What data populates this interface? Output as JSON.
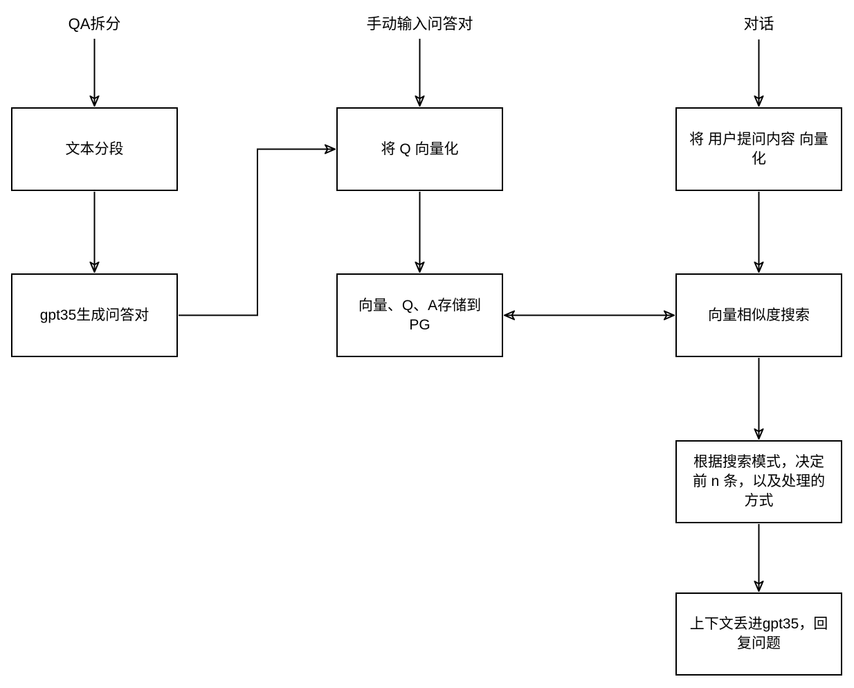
{
  "diagram": {
    "type": "flowchart",
    "colors": {
      "background": "#ffffff",
      "node_fill": "#ffffff",
      "node_border": "#000000",
      "connector": "#000000",
      "text": "#000000"
    },
    "entries": [
      {
        "id": "qa-split",
        "label": "QA拆分"
      },
      {
        "id": "manual-qa-input",
        "label": "手动输入问答对"
      },
      {
        "id": "dialogue",
        "label": "对话"
      }
    ],
    "nodes": [
      {
        "id": "text-segmentation",
        "label": "文本分段"
      },
      {
        "id": "gpt35-generate-qa",
        "label": "gpt35生成问答对"
      },
      {
        "id": "vectorize-q",
        "label": "将 Q 向量化"
      },
      {
        "id": "store-vectors-to-pg",
        "label": "向量、Q、A存储到PG"
      },
      {
        "id": "vectorize-user-question",
        "label": "将 用户提问内容 向量化"
      },
      {
        "id": "vector-similarity-search",
        "label": "向量相似度搜索"
      },
      {
        "id": "search-mode-top-n",
        "label": "根据搜索模式，决定前 n 条，以及处理的方式"
      },
      {
        "id": "gpt35-reply",
        "label": "上下文丢进gpt35，回复问题"
      }
    ],
    "edges": [
      {
        "from": "qa-split",
        "to": "text-segmentation",
        "style": "arrow"
      },
      {
        "from": "text-segmentation",
        "to": "gpt35-generate-qa",
        "style": "arrow"
      },
      {
        "from": "gpt35-generate-qa",
        "to": "vectorize-q",
        "style": "arrow"
      },
      {
        "from": "manual-qa-input",
        "to": "vectorize-q",
        "style": "arrow"
      },
      {
        "from": "vectorize-q",
        "to": "store-vectors-to-pg",
        "style": "arrow"
      },
      {
        "from": "store-vectors-to-pg",
        "to": "vector-similarity-search",
        "style": "double-arrow"
      },
      {
        "from": "dialogue",
        "to": "vectorize-user-question",
        "style": "arrow"
      },
      {
        "from": "vectorize-user-question",
        "to": "vector-similarity-search",
        "style": "arrow"
      },
      {
        "from": "vector-similarity-search",
        "to": "search-mode-top-n",
        "style": "arrow"
      },
      {
        "from": "search-mode-top-n",
        "to": "gpt35-reply",
        "style": "arrow"
      }
    ]
  }
}
